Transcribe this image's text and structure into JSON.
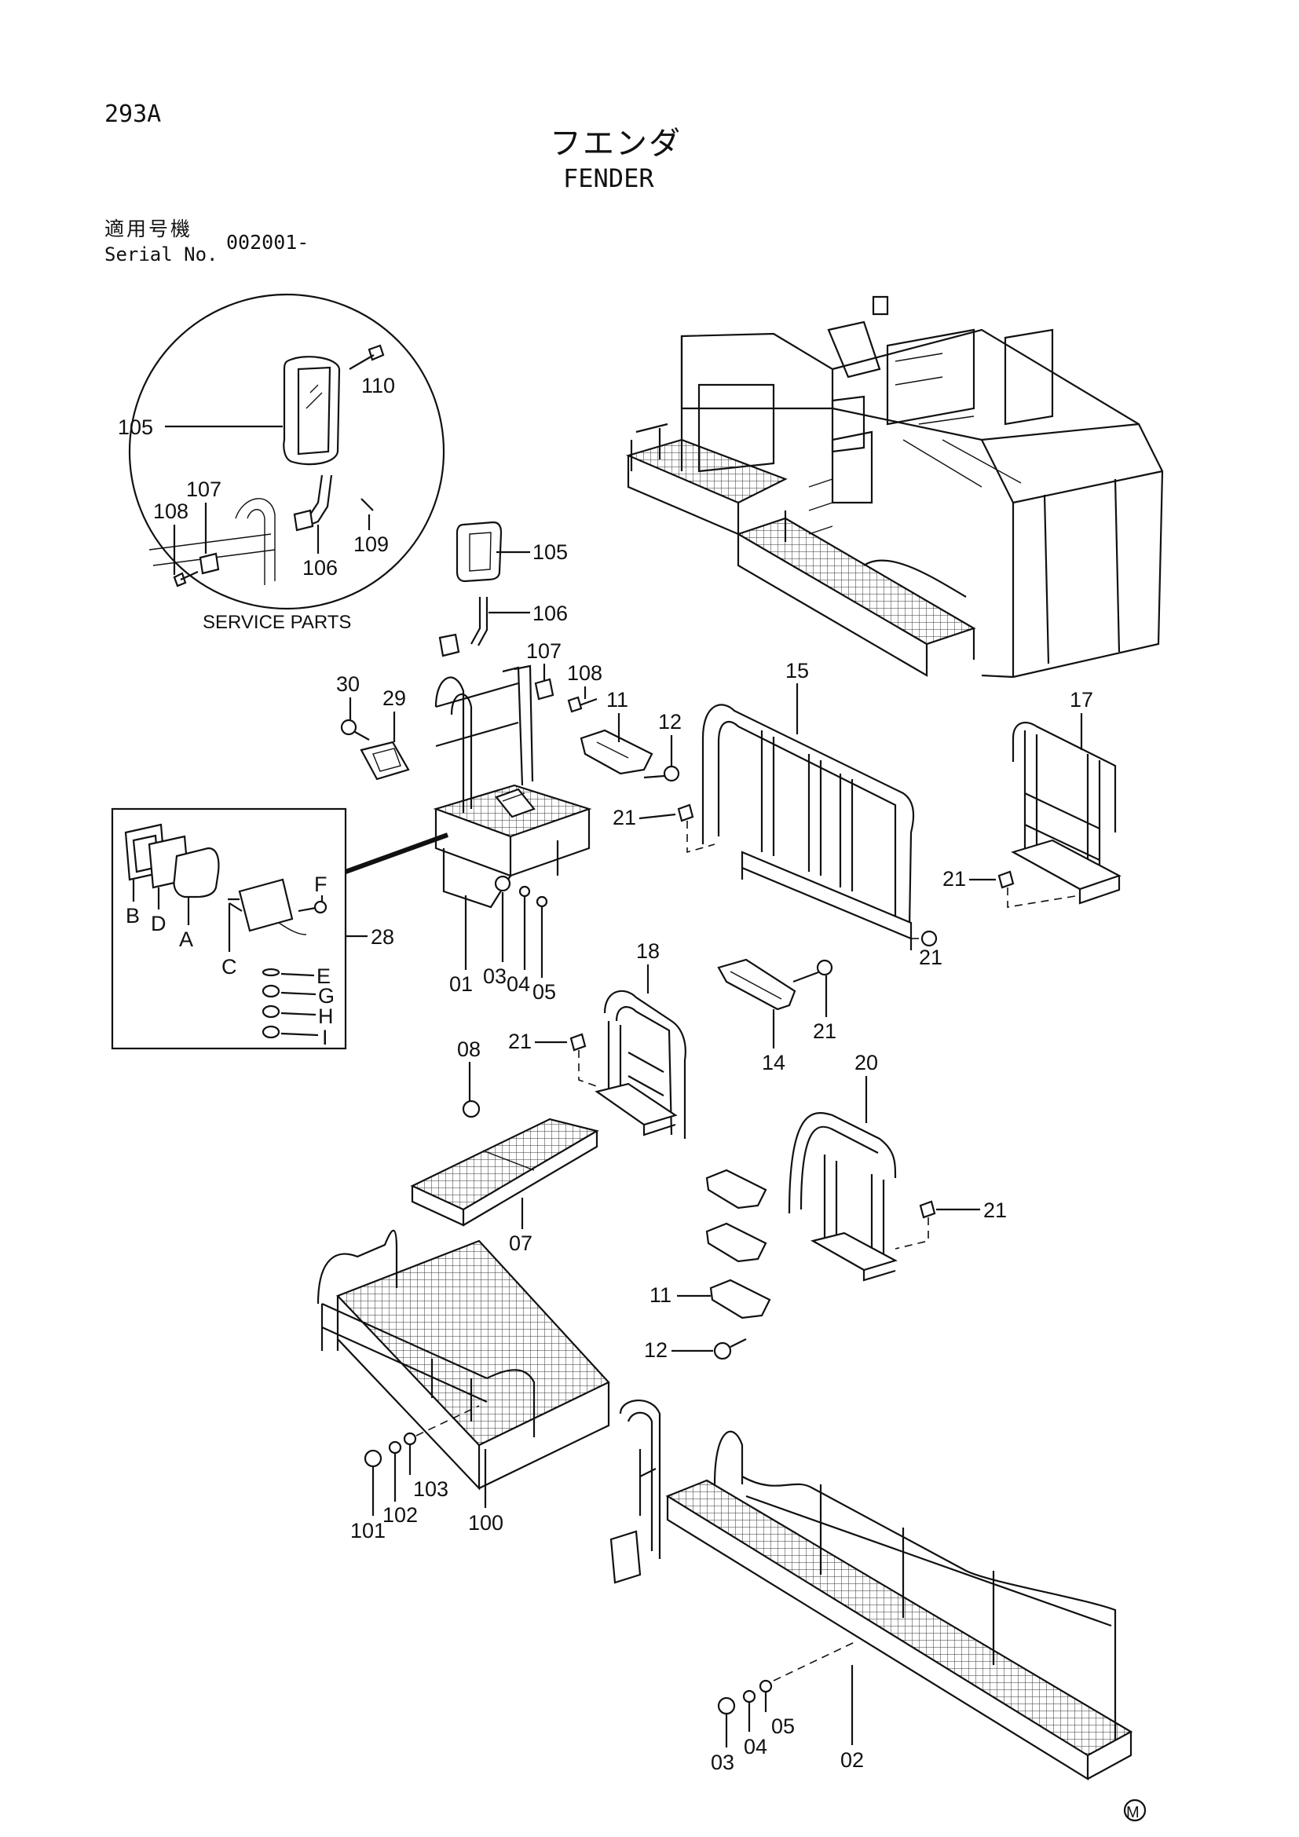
{
  "header": {
    "page_code": "293A",
    "title_jp": "フエンダ",
    "title_en": "FENDER",
    "serial_label_jp": "適用号機",
    "serial_label_en": "Serial No.",
    "serial_value": "002001-"
  },
  "inset": {
    "caption": "SERVICE PARTS",
    "callouts": [
      "105",
      "107",
      "108",
      "110",
      "106",
      "109"
    ]
  },
  "lamp_box": {
    "letters": [
      "B",
      "D",
      "A",
      "C",
      "F",
      "E",
      "G",
      "H",
      "I"
    ]
  },
  "callouts": {
    "c01": "01",
    "c02": "02",
    "c03a": "03",
    "c04a": "04",
    "c05a": "05",
    "c03b": "03",
    "c04b": "04",
    "c05b": "05",
    "c07": "07",
    "c08": "08",
    "c11a": "11",
    "c11b": "11",
    "c12a": "12",
    "c12b": "12",
    "c14": "14",
    "c15": "15",
    "c17": "17",
    "c18": "18",
    "c20": "20",
    "c21a": "21",
    "c21b": "21",
    "c21c": "21",
    "c21d": "21",
    "c21e": "21",
    "c21f": "21",
    "c28": "28",
    "c29": "29",
    "c30": "30",
    "c100": "100",
    "c101": "101",
    "c102": "102",
    "c103": "103",
    "c105": "105",
    "c106": "106",
    "c107": "107",
    "c108": "108"
  },
  "trademark": "M"
}
